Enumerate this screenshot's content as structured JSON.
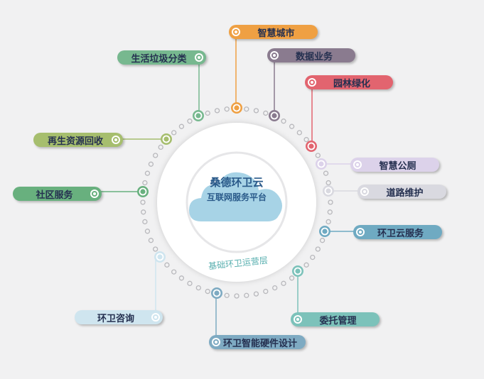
{
  "center": {
    "title": "桑德环卫云",
    "subtitle": "互联网服务平台",
    "base_label": "基础环卫运营层"
  },
  "items": [
    {
      "label": "智慧城市",
      "color": "#efa043"
    },
    {
      "label": "数据业务",
      "color": "#8a7b8f"
    },
    {
      "label": "园林绿化",
      "color": "#e2646f"
    },
    {
      "label": "智慧公厕",
      "color": "#dcd2ea"
    },
    {
      "label": "道路维护",
      "color": "#d9d9e0"
    },
    {
      "label": "环卫云服务",
      "color": "#6faac2"
    },
    {
      "label": "委托管理",
      "color": "#7cc2ba"
    },
    {
      "label": "环卫智能硬件设计",
      "color": "#7eaac2"
    },
    {
      "label": "环卫咨询",
      "color": "#cfe5ef"
    },
    {
      "label": "社区服务",
      "color": "#68b07e"
    },
    {
      "label": "再生资源回收",
      "color": "#a6be6e"
    },
    {
      "label": "生活垃圾分类",
      "color": "#77b88f"
    }
  ]
}
